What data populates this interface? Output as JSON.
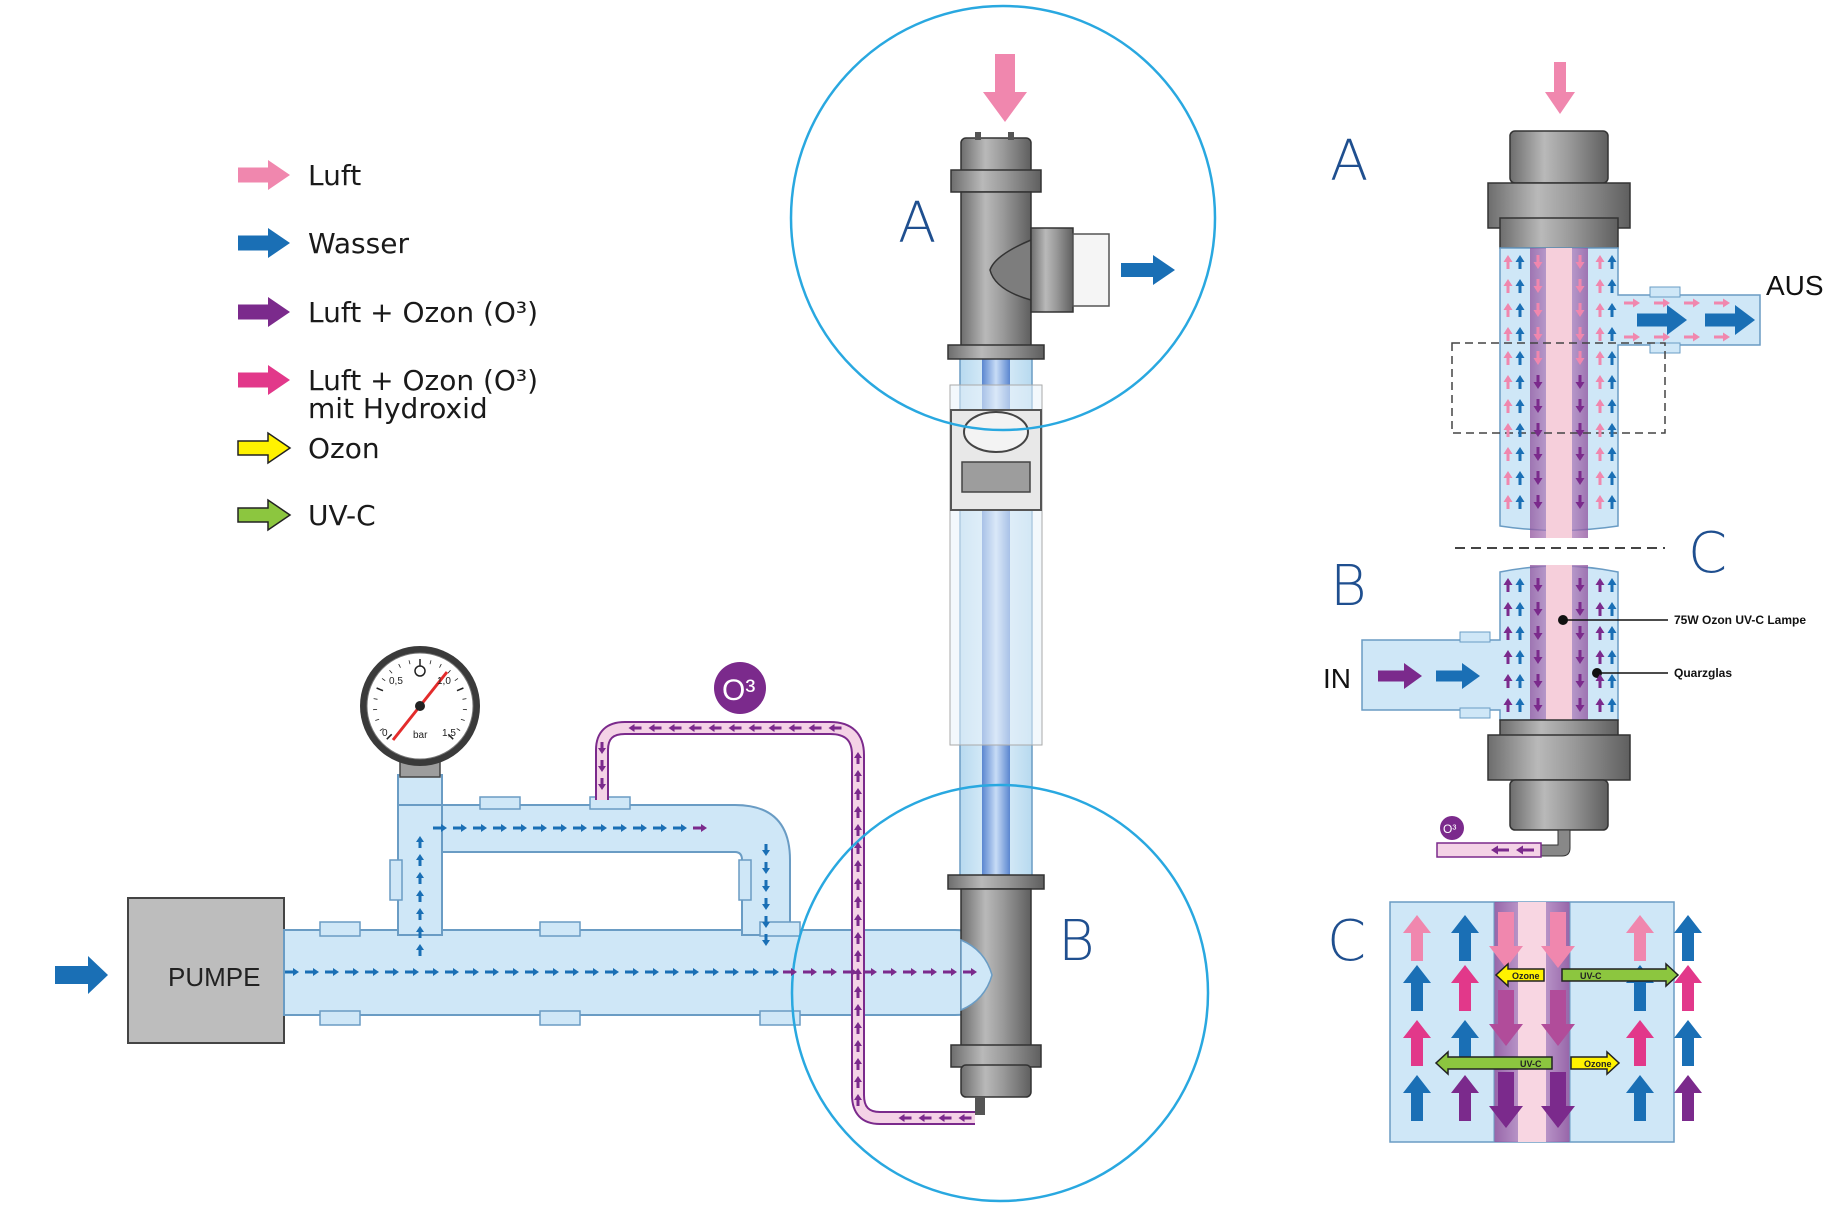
{
  "legend": [
    {
      "label": "Luft",
      "color": "#f087ae",
      "outline": false
    },
    {
      "label": "Wasser",
      "color": "#1a6fb5",
      "outline": false
    },
    {
      "label": "Luft + Ozon (O³)",
      "color": "#7b2a8c",
      "outline": false
    },
    {
      "label": "Luft + Ozon (O³)",
      "label2": "mit Hydroxid",
      "color": "#e2388a",
      "outline": false
    },
    {
      "label": "Ozon",
      "color": "#fff200",
      "outline": true
    },
    {
      "label": "UV-C",
      "color": "#8cc63f",
      "outline": true
    }
  ],
  "pump": {
    "label": "PUMPE"
  },
  "gauge": {
    "ticks": [
      "0,5",
      "1,0",
      "0",
      "1,5"
    ],
    "unit": "bar"
  },
  "o3_badge": "O³",
  "sections": {
    "a": "A",
    "b": "B",
    "c": "C"
  },
  "detail": {
    "out_label": "AUS",
    "in_label": "IN",
    "lamp_label": "75W Ozon UV-C Lampe",
    "glass_label": "Quarzglas",
    "o3_small": "O³"
  },
  "zoom": {
    "ozone1": "Ozone",
    "uvc1": "UV-C",
    "uvc2": "UV-C",
    "ozone2": "Ozone"
  },
  "colors": {
    "water": "#cfe7f7",
    "water_stroke": "#6a9cc4",
    "device_grey": "#8f8f8f",
    "dark_grey": "#555555",
    "circle": "#29a8e0",
    "blue_arrow": "#1a6fb5",
    "pink_arrow": "#f087ae",
    "purple_arrow": "#7b2a8c",
    "magenta_arrow": "#e2388a"
  }
}
